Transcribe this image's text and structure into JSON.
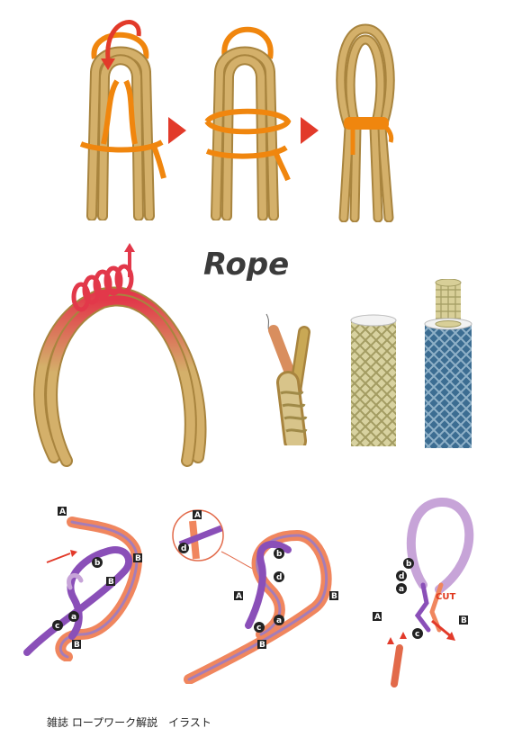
{
  "title": "Rope",
  "caption": "雑誌 ロープワーク解説　イラスト",
  "labels": {
    "A": "A",
    "B": "B",
    "a": "a",
    "b": "b",
    "c": "c",
    "d": "d",
    "cut": "CUT"
  },
  "colors": {
    "rope_tan": "#d4b06a",
    "rope_tan_dark": "#a8843e",
    "loop_orange": "#f0860e",
    "arrow_red": "#e23a2a",
    "whip_red": "#e2384a",
    "purple": "#8a4fb8",
    "lavender": "#c7a4d8",
    "salmon": "#f0865e",
    "weave_khaki": "#c9c28a",
    "weave_blue": "#3c6d92"
  },
  "icons": [
    "arrow-right-icon",
    "rotate-arrow-icon",
    "up-arrow-icon",
    "pull-arrow-icon"
  ]
}
